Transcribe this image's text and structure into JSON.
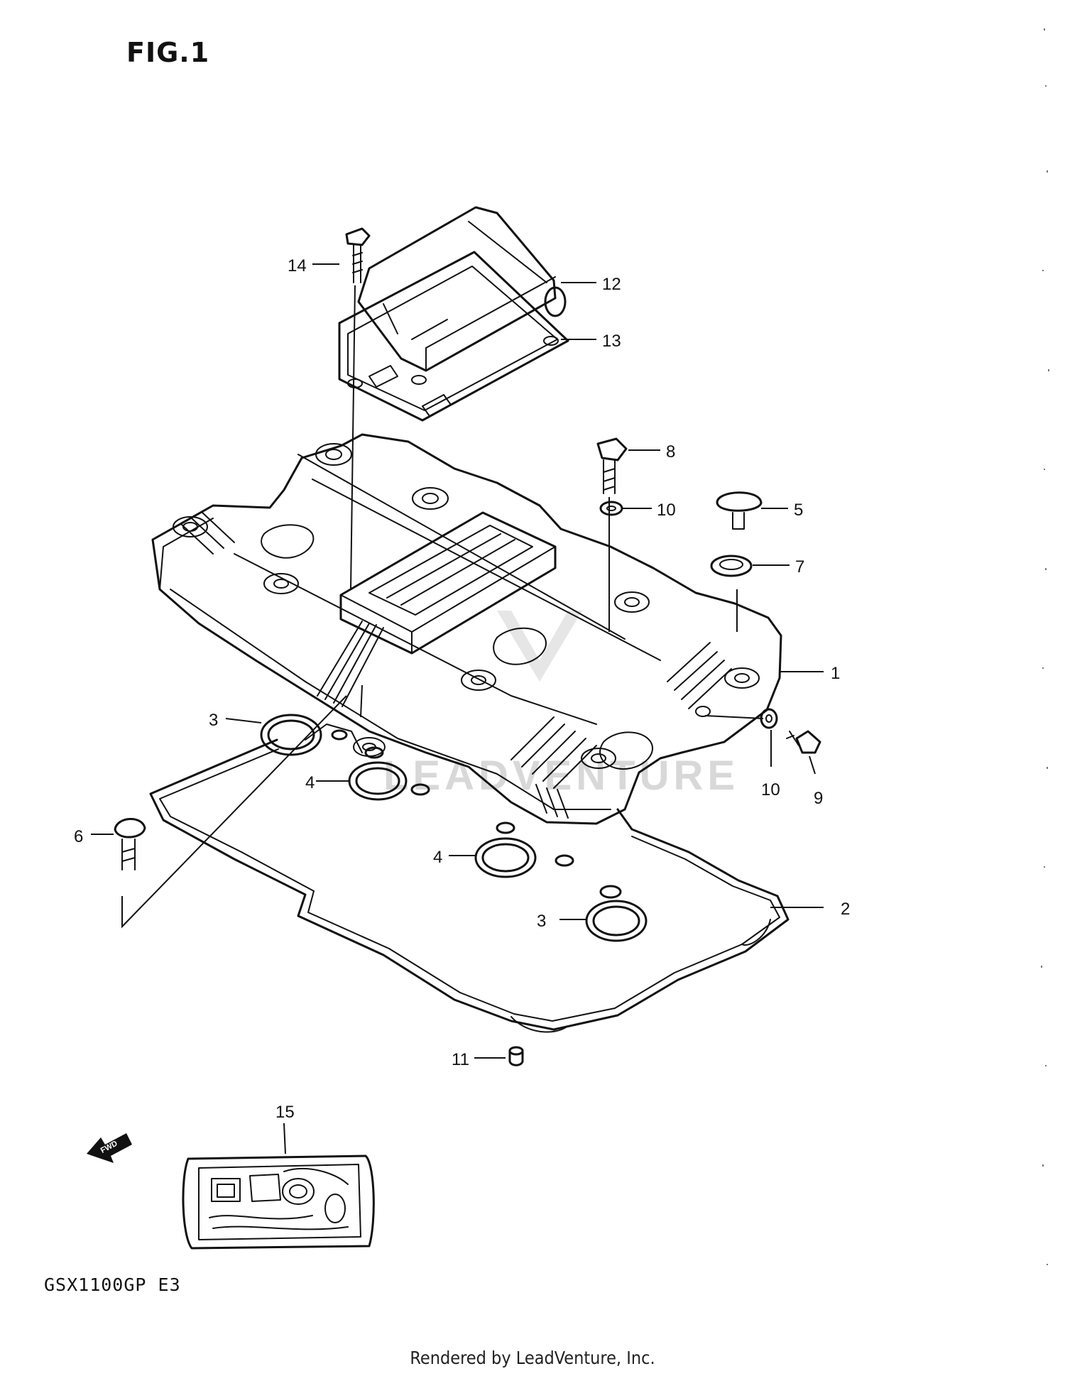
{
  "figure": {
    "title": "FIG.1",
    "model_code": "GSX1100GP  E3",
    "credit": "Rendered by LeadVenture, Inc.",
    "fwd_label": "FWD",
    "watermark": "LEADVENTURE"
  },
  "callouts": [
    "1",
    "2",
    "3",
    "3",
    "4",
    "4",
    "5",
    "6",
    "7",
    "8",
    "9",
    "10",
    "10",
    "11",
    "12",
    "13",
    "14",
    "15"
  ]
}
